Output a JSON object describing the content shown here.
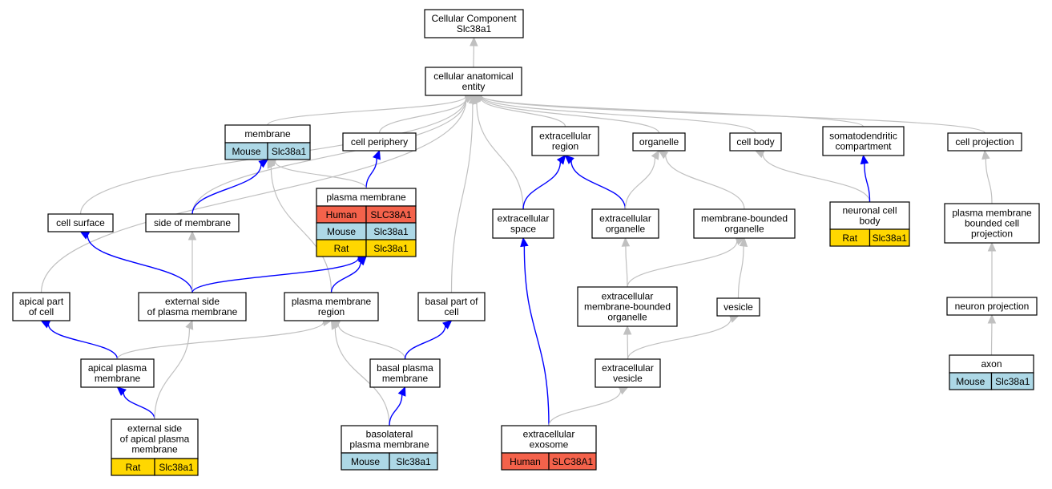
{
  "colors": {
    "human": "#f4624b",
    "mouse": "#add8e6",
    "rat": "#ffd700",
    "is_a_edge": "#c0c0c0",
    "part_of_edge": "#0000ff"
  },
  "nodes": [
    {
      "id": "root",
      "lines": [
        "Cellular Component",
        "Slc38a1"
      ]
    },
    {
      "id": "cae",
      "lines": [
        "cellular anatomical",
        "entity"
      ]
    },
    {
      "id": "membrane",
      "lines": [
        "membrane"
      ],
      "annotations": [
        {
          "species": "Mouse",
          "gene": "Slc38a1"
        }
      ]
    },
    {
      "id": "cellperiphery",
      "lines": [
        "cell periphery"
      ]
    },
    {
      "id": "extracellularregion",
      "lines": [
        "extracellular",
        "region"
      ]
    },
    {
      "id": "organelle",
      "lines": [
        "organelle"
      ]
    },
    {
      "id": "cellbody",
      "lines": [
        "cell body"
      ]
    },
    {
      "id": "somatodendritic",
      "lines": [
        "somatodendritic",
        "compartment"
      ]
    },
    {
      "id": "cellprojection",
      "lines": [
        "cell projection"
      ]
    },
    {
      "id": "plasmamembrane",
      "lines": [
        "plasma membrane"
      ],
      "annotations": [
        {
          "species": "Human",
          "gene": "SLC38A1"
        },
        {
          "species": "Mouse",
          "gene": "Slc38a1"
        },
        {
          "species": "Rat",
          "gene": "Slc38a1"
        }
      ]
    },
    {
      "id": "cellsurface",
      "lines": [
        "cell surface"
      ]
    },
    {
      "id": "sideofmembrane",
      "lines": [
        "side of membrane"
      ]
    },
    {
      "id": "extracellularspace",
      "lines": [
        "extracellular",
        "space"
      ]
    },
    {
      "id": "extracellularorganelle",
      "lines": [
        "extracellular",
        "organelle"
      ]
    },
    {
      "id": "membraneboundedorganelle",
      "lines": [
        "membrane-bounded",
        "organelle"
      ]
    },
    {
      "id": "neuronalcellbody",
      "lines": [
        "neuronal cell",
        "body"
      ],
      "annotations": [
        {
          "species": "Rat",
          "gene": "Slc38a1"
        }
      ]
    },
    {
      "id": "pmboundedcellprojection",
      "lines": [
        "plasma membrane",
        "bounded cell",
        "projection"
      ]
    },
    {
      "id": "apicalpartofcell",
      "lines": [
        "apical part",
        "of cell"
      ]
    },
    {
      "id": "externalsidepm",
      "lines": [
        "external side",
        "of plasma membrane"
      ]
    },
    {
      "id": "pmregion",
      "lines": [
        "plasma membrane",
        "region"
      ]
    },
    {
      "id": "basalpartofcell",
      "lines": [
        "basal part of",
        "cell"
      ]
    },
    {
      "id": "ecmbo",
      "lines": [
        "extracellular",
        "membrane-bounded",
        "organelle"
      ]
    },
    {
      "id": "vesicle",
      "lines": [
        "vesicle"
      ]
    },
    {
      "id": "neuronprojection",
      "lines": [
        "neuron projection"
      ]
    },
    {
      "id": "apicalpm",
      "lines": [
        "apical plasma",
        "membrane"
      ]
    },
    {
      "id": "basalpm",
      "lines": [
        "basal plasma",
        "membrane"
      ]
    },
    {
      "id": "ecvesicle",
      "lines": [
        "extracellular",
        "vesicle"
      ]
    },
    {
      "id": "axon",
      "lines": [
        "axon"
      ],
      "annotations": [
        {
          "species": "Mouse",
          "gene": "Slc38a1"
        }
      ]
    },
    {
      "id": "extsideapicalpm",
      "lines": [
        "external side",
        "of apical plasma",
        "membrane"
      ],
      "annotations": [
        {
          "species": "Rat",
          "gene": "Slc38a1"
        }
      ]
    },
    {
      "id": "basolateralpm",
      "lines": [
        "basolateral",
        "plasma membrane"
      ],
      "annotations": [
        {
          "species": "Mouse",
          "gene": "Slc38a1"
        }
      ]
    },
    {
      "id": "exosome",
      "lines": [
        "extracellular",
        "exosome"
      ],
      "annotations": [
        {
          "species": "Human",
          "gene": "SLC38A1"
        }
      ]
    }
  ],
  "edges": [
    {
      "from": "cae",
      "to": "root",
      "type": "is_a"
    },
    {
      "from": "membrane",
      "to": "cae",
      "type": "is_a"
    },
    {
      "from": "cellperiphery",
      "to": "cae",
      "type": "is_a"
    },
    {
      "from": "extracellularregion",
      "to": "cae",
      "type": "is_a"
    },
    {
      "from": "organelle",
      "to": "cae",
      "type": "is_a"
    },
    {
      "from": "cellbody",
      "to": "cae",
      "type": "is_a"
    },
    {
      "from": "somatodendritic",
      "to": "cae",
      "type": "is_a"
    },
    {
      "from": "cellprojection",
      "to": "cae",
      "type": "is_a"
    },
    {
      "from": "cellsurface",
      "to": "cae",
      "type": "is_a"
    },
    {
      "from": "sideofmembrane",
      "to": "cae",
      "type": "is_a"
    },
    {
      "from": "apicalpartofcell",
      "to": "cae",
      "type": "is_a"
    },
    {
      "from": "extracellularspace",
      "to": "cae",
      "type": "is_a"
    },
    {
      "from": "basalpartofcell",
      "to": "cae",
      "type": "is_a"
    },
    {
      "from": "plasmamembrane",
      "to": "cellperiphery",
      "type": "part_of"
    },
    {
      "from": "plasmamembrane",
      "to": "membrane",
      "type": "is_a"
    },
    {
      "from": "pmregion",
      "to": "membrane",
      "type": "is_a"
    },
    {
      "from": "sideofmembrane",
      "to": "membrane",
      "type": "part_of"
    },
    {
      "from": "extracellularspace",
      "to": "extracellularregion",
      "type": "part_of"
    },
    {
      "from": "extracellularorganelle",
      "to": "extracellularregion",
      "type": "part_of"
    },
    {
      "from": "extracellularorganelle",
      "to": "organelle",
      "type": "is_a"
    },
    {
      "from": "membraneboundedorganelle",
      "to": "organelle",
      "type": "is_a"
    },
    {
      "from": "neuronalcellbody",
      "to": "cellbody",
      "type": "is_a"
    },
    {
      "from": "neuronalcellbody",
      "to": "somatodendritic",
      "type": "part_of"
    },
    {
      "from": "pmboundedcellprojection",
      "to": "cellprojection",
      "type": "is_a"
    },
    {
      "from": "externalsidepm",
      "to": "cellsurface",
      "type": "part_of"
    },
    {
      "from": "externalsidepm",
      "to": "sideofmembrane",
      "type": "is_a"
    },
    {
      "from": "externalsidepm",
      "to": "plasmamembrane",
      "type": "part_of"
    },
    {
      "from": "pmregion",
      "to": "plasmamembrane",
      "type": "part_of"
    },
    {
      "from": "ecmbo",
      "to": "extracellularorganelle",
      "type": "is_a"
    },
    {
      "from": "ecmbo",
      "to": "membraneboundedorganelle",
      "type": "is_a"
    },
    {
      "from": "vesicle",
      "to": "membraneboundedorganelle",
      "type": "is_a"
    },
    {
      "from": "neuronprojection",
      "to": "pmboundedcellprojection",
      "type": "is_a"
    },
    {
      "from": "apicalpm",
      "to": "apicalpartofcell",
      "type": "part_of"
    },
    {
      "from": "apicalpm",
      "to": "pmregion",
      "type": "is_a"
    },
    {
      "from": "basalpm",
      "to": "pmregion",
      "type": "is_a"
    },
    {
      "from": "basalpm",
      "to": "basalpartofcell",
      "type": "part_of"
    },
    {
      "from": "ecvesicle",
      "to": "ecmbo",
      "type": "is_a"
    },
    {
      "from": "ecvesicle",
      "to": "vesicle",
      "type": "is_a"
    },
    {
      "from": "axon",
      "to": "neuronprojection",
      "type": "is_a"
    },
    {
      "from": "extsideapicalpm",
      "to": "apicalpm",
      "type": "part_of"
    },
    {
      "from": "extsideapicalpm",
      "to": "externalsidepm",
      "type": "is_a"
    },
    {
      "from": "basolateralpm",
      "to": "pmregion",
      "type": "is_a"
    },
    {
      "from": "basolateralpm",
      "to": "basalpm",
      "type": "part_of"
    },
    {
      "from": "exosome",
      "to": "extracellularspace",
      "type": "part_of"
    },
    {
      "from": "exosome",
      "to": "ecvesicle",
      "type": "is_a"
    }
  ]
}
